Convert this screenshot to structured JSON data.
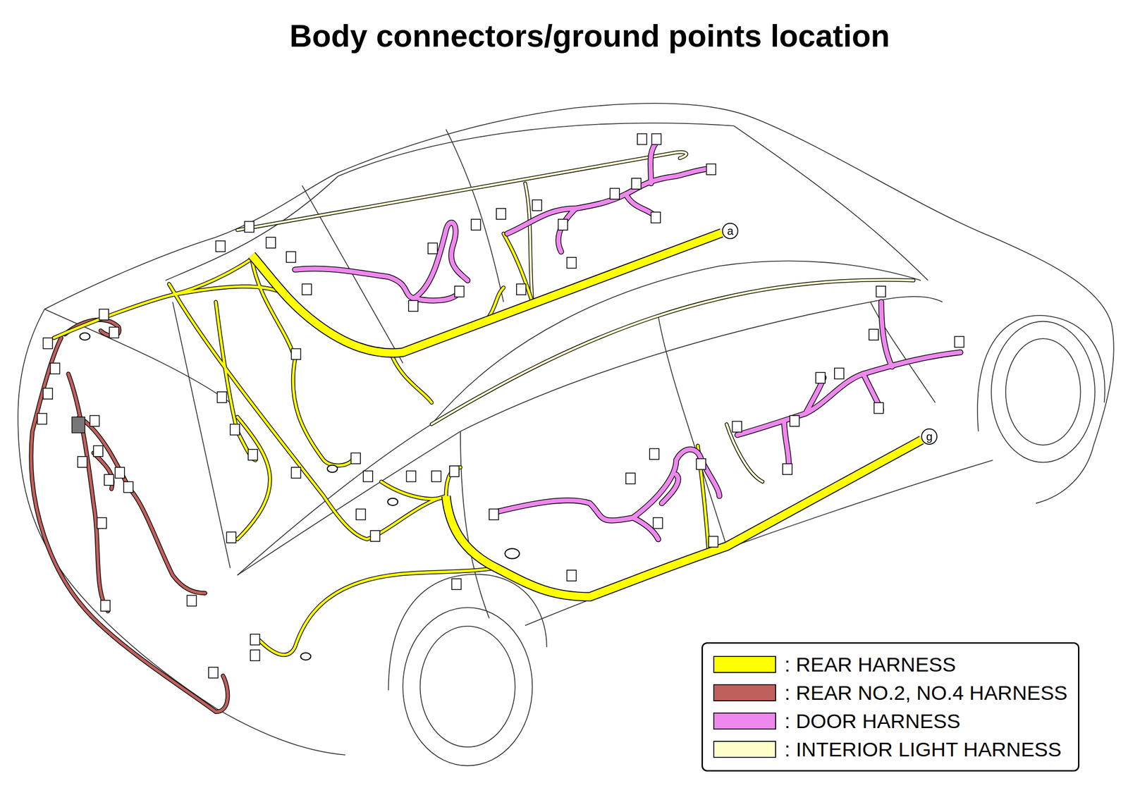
{
  "diagram": {
    "title": "Body connectors/ground points location",
    "nodes": [
      {
        "text": [
          "a"
        ]
      },
      {
        "text": [
          "g"
        ]
      }
    ],
    "legend": [
      {
        "text": ": REAR HARNESS",
        "color": "#ffff00"
      },
      {
        "text": ": REAR NO.2, NO.4 HARNESS",
        "color": "#c0605c"
      },
      {
        "text": ": DOOR HARNESS",
        "color": "#ee88ee"
      },
      {
        "text": ": INTERIOR LIGHT HARNESS",
        "color": "#ffffcc"
      }
    ]
  }
}
